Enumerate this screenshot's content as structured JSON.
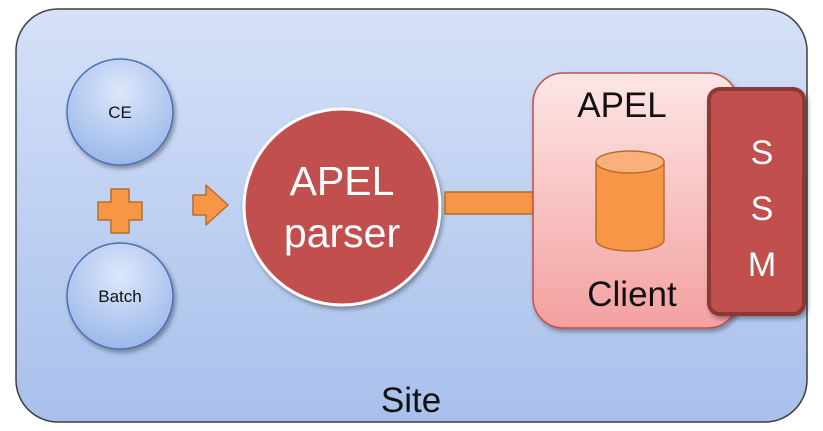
{
  "site": {
    "label": "Site"
  },
  "sources": {
    "ce": "CE",
    "batch": "Batch"
  },
  "parser": {
    "line1": "APEL",
    "line2": "parser"
  },
  "client": {
    "title": "APEL",
    "label": "Client"
  },
  "ssm": {
    "letters": [
      "S",
      "S",
      "M"
    ]
  },
  "colors": {
    "site_fill_top": "#cfdcf6",
    "site_fill_bottom": "#a9c1ec",
    "site_stroke": "#3f3f3f",
    "source_circle_top": "#d3e2fb",
    "source_circle_bottom": "#9db9ea",
    "source_circle_stroke": "#4a6fb5",
    "parser_fill": "#c0504d",
    "client_fill_top": "#fde1e1",
    "client_fill_bottom": "#f59a9a",
    "client_stroke": "#c0504d",
    "ssm_fill": "#c0504d",
    "ssm_stroke": "#8c3836",
    "arrow_fill": "#f79646",
    "arrow_stroke": "#b66d2c",
    "db_fill": "#f79646"
  },
  "icons": {
    "plus": "plus-icon",
    "arrow_small": "arrow-right-icon",
    "arrow_large": "arrow-right-icon",
    "database": "database-icon"
  }
}
